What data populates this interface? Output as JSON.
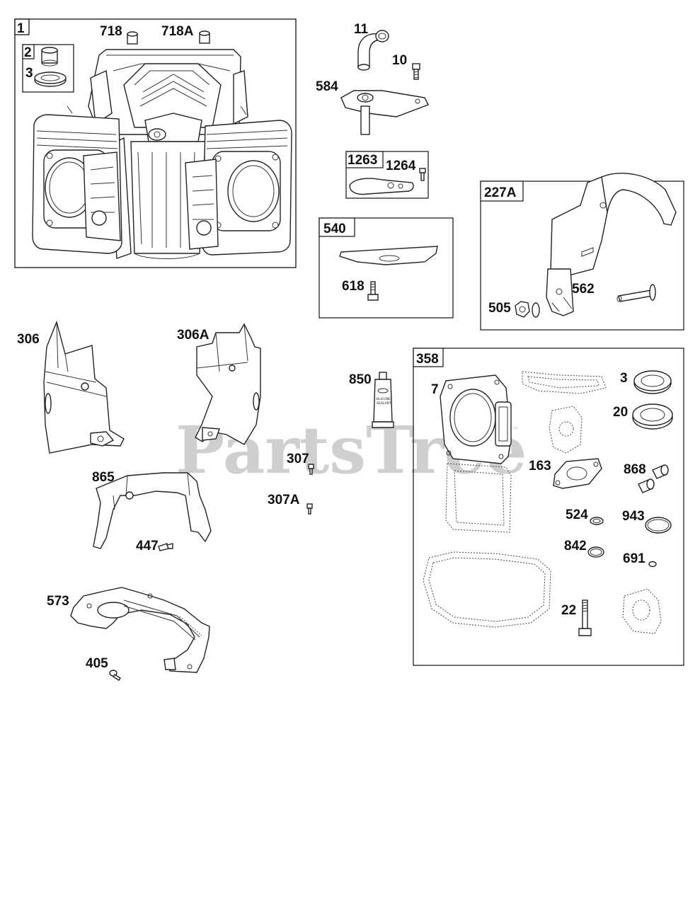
{
  "watermark": "PartsTree",
  "watermark_mark": "™",
  "groups": {
    "g1": "1",
    "g2": "2",
    "g3": "3",
    "g540": "540",
    "g1263": "1263",
    "g227a": "227A",
    "g358": "358"
  },
  "labels": {
    "p718": "718",
    "p718a": "718A",
    "p11": "11",
    "p10": "10",
    "p584": "584",
    "p1264": "1264",
    "p618": "618",
    "p505": "505",
    "p562": "562",
    "p306": "306",
    "p306a": "306A",
    "p850": "850",
    "p307": "307",
    "p307a": "307A",
    "p865": "865",
    "p447": "447",
    "p573": "573",
    "p405": "405",
    "p7": "7",
    "p3b": "3",
    "p20": "20",
    "p163": "163",
    "p868": "868",
    "p524": "524",
    "p943": "943",
    "p842": "842",
    "p691": "691",
    "p22": "22"
  },
  "tube_text": [
    "SILICONE",
    "SEALANT"
  ]
}
